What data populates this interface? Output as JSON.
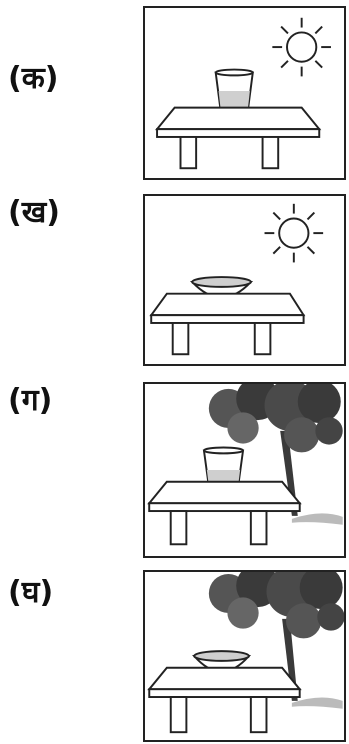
{
  "options": [
    {
      "label": "(क)",
      "container": "glass",
      "setting": "sun"
    },
    {
      "label": "(ख)",
      "container": "bowl",
      "setting": "sun"
    },
    {
      "label": "(ग)",
      "container": "glass",
      "setting": "shade"
    },
    {
      "label": "(घ)",
      "container": "bowl",
      "setting": "shade"
    }
  ],
  "colors": {
    "line": "#222222",
    "water": "#cfcfcf",
    "foliage": "#3a3a3a"
  }
}
